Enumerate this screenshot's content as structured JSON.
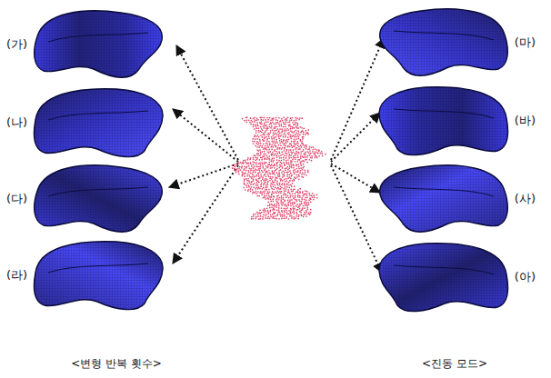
{
  "diagram": {
    "nodes": [
      {
        "text": [
          "(가)"
        ]
      },
      {
        "text": [
          "(나)"
        ]
      },
      {
        "text": [
          "(다)"
        ]
      },
      {
        "text": [
          "(라)"
        ]
      },
      {
        "text": [
          "(마)"
        ]
      },
      {
        "text": [
          "(바)"
        ]
      },
      {
        "text": [
          "(사)"
        ]
      },
      {
        "text": [
          "(아)"
        ]
      }
    ],
    "labels": [
      "<변형 반복 횟수>",
      "<진동 모드>"
    ]
  }
}
